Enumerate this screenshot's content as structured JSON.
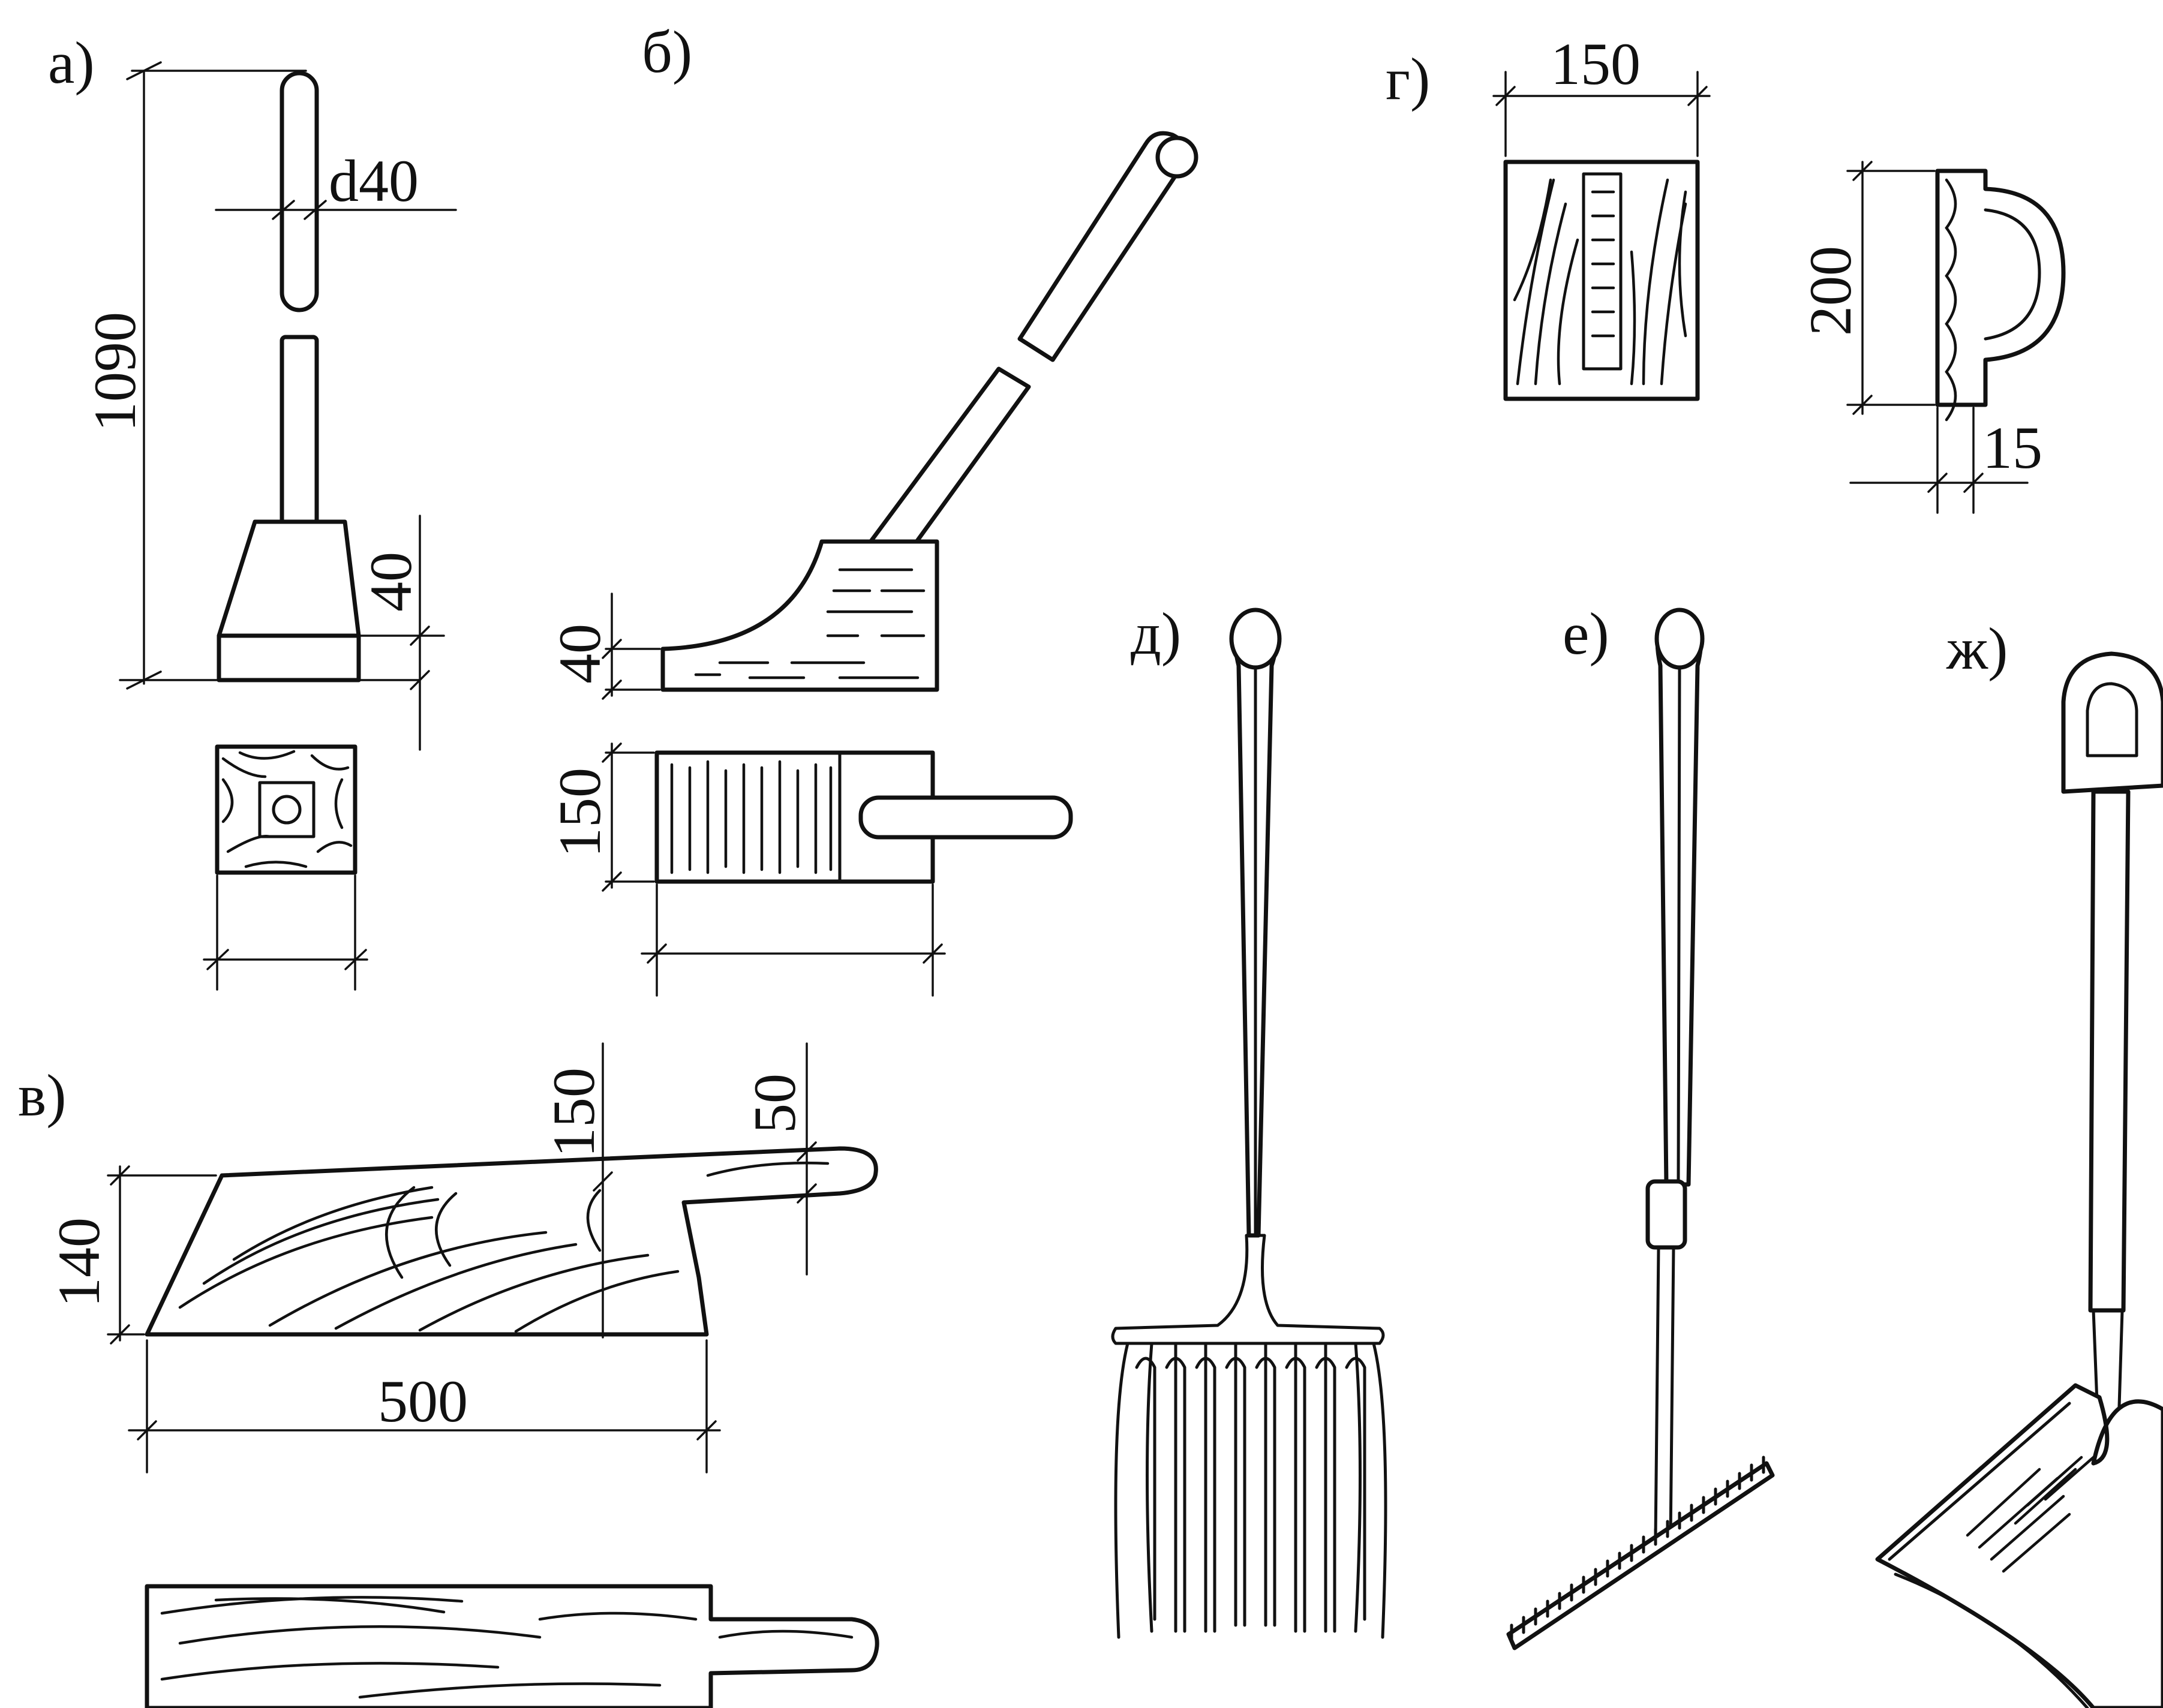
{
  "figure": {
    "a": {
      "label": "а)",
      "dims": {
        "height": "1090",
        "diameter": "d40",
        "base": "40"
      }
    },
    "b": {
      "label": "б)",
      "dims": {
        "thickness": "40",
        "width": "150"
      }
    },
    "v": {
      "label": "в)",
      "dims": {
        "handle_pos": "150",
        "handle_dia": "50",
        "height": "140",
        "length": "500"
      }
    },
    "g": {
      "label": "г)",
      "dims": {
        "width": "150",
        "height": "200",
        "thickness": "15"
      }
    },
    "d": {
      "label": "д)"
    },
    "e": {
      "label": "е)"
    },
    "zh": {
      "label": "ж)"
    }
  }
}
